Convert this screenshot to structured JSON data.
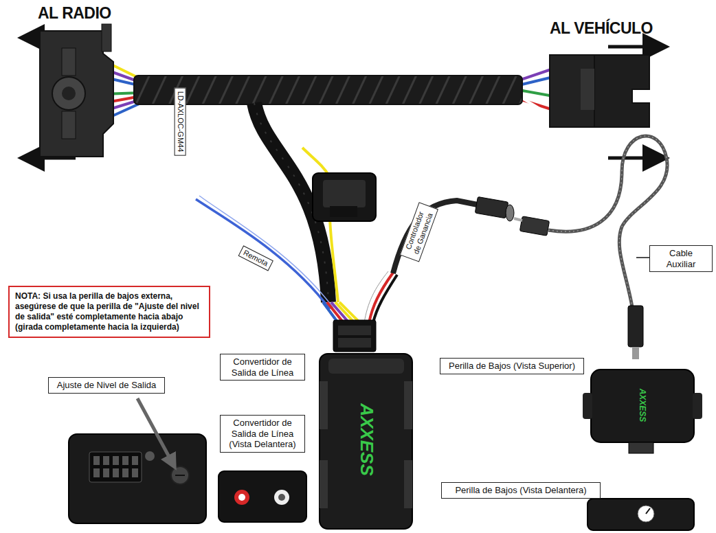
{
  "diagram": {
    "nodes": [
      {
        "text": [
          "LD-AXLOC-GM44"
        ]
      },
      {
        "text": [
          "Remota"
        ]
      },
      {
        "text": [
          "Controlador de Ganancia"
        ]
      },
      {
        "text": [
          "Cable Auxiliar"
        ]
      },
      {
        "text": [
          "NOTA: Si usa la perilla de bajos externa, asegúrese de que la perilla de \"Ajuste del nivel de salida\" esté completamente hacia abajo (girada completamente hacia la izquierda)"
        ]
      },
      {
        "text": [
          "Convertidor de Salida de Línea"
        ]
      },
      {
        "text": [
          "Perilla de Bajos (Vista Superior)"
        ]
      },
      {
        "text": [
          "Ajuste de Nivel de Salida"
        ]
      },
      {
        "text": [
          "Convertidor de Salida de Línea (Vista Delantera)"
        ]
      },
      {
        "text": [
          "Perilla de Bajos (Vista Delantera)"
        ]
      }
    ],
    "labels": [
      "AL RADIO",
      "AL VEHÍCULO",
      "AXXESS",
      "AXXESS"
    ]
  }
}
